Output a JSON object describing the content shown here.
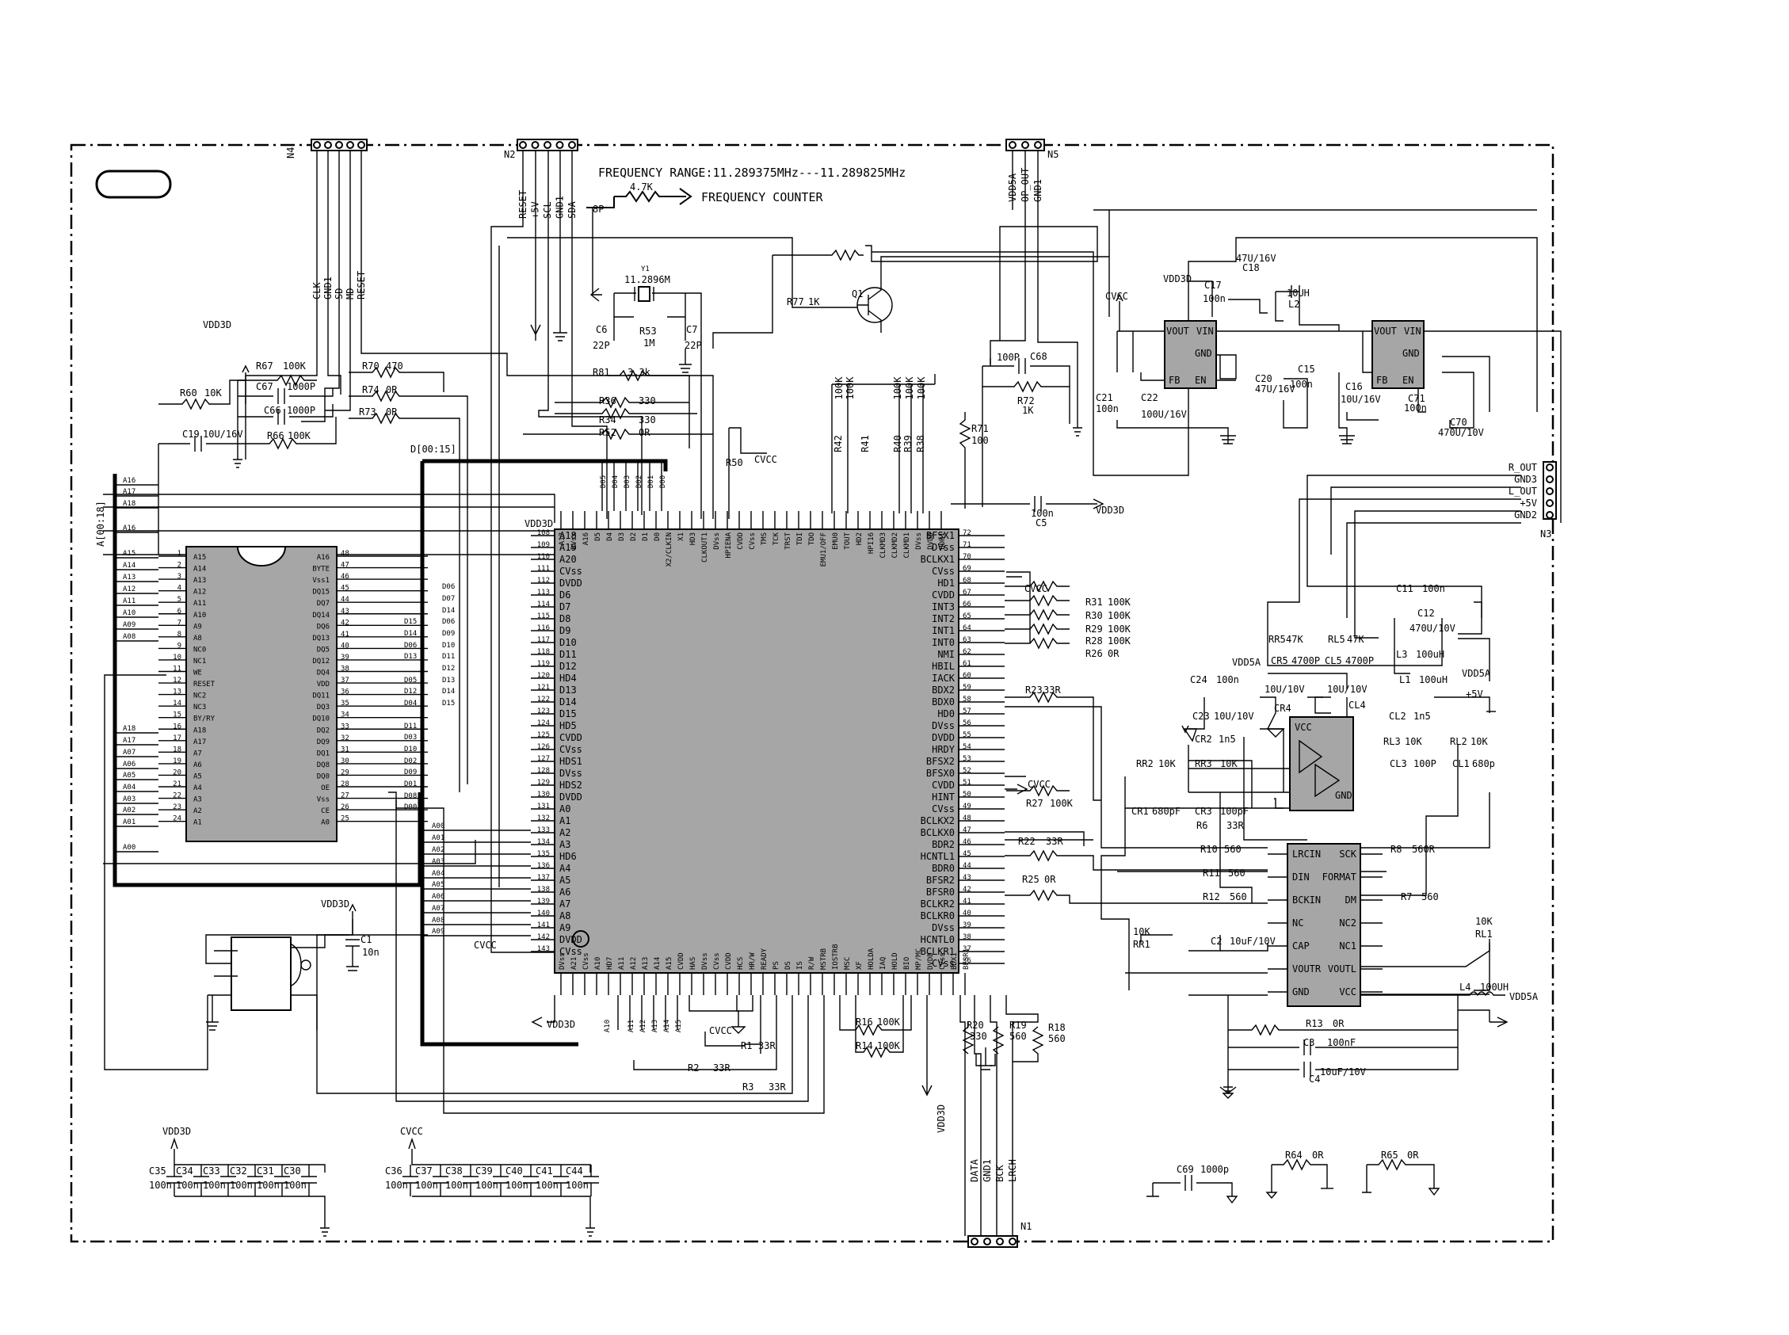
{
  "title_note": "FREQUENCY RANGE:11.289375MHz---11.289825MHz",
  "counter_note": "FREQUENCY COUNTER",
  "counter_res": "4.7K",
  "connectors": {
    "N4": {
      "ref": "N4",
      "pins": [
        "CLK",
        "GND1",
        "SD",
        "MD",
        "RESET"
      ]
    },
    "N2": {
      "ref": "N2",
      "pins": [
        "RESET",
        "+5V",
        "SCL",
        "GND1",
        "SDA"
      ]
    },
    "N5": {
      "ref": "N5",
      "pins": [
        "VDD5A",
        "OP_OUT",
        "GND1"
      ]
    },
    "N3": {
      "ref": "N3",
      "pins": [
        "R_OUT",
        "GND3",
        "L_OUT",
        "+5V",
        "GND2"
      ]
    },
    "N1": {
      "ref": "N1",
      "pins": [
        "DATA",
        "GND1",
        "BCK",
        "LRCH"
      ]
    }
  },
  "rails": {
    "vdd3d": "VDD3D",
    "cvcc": "CVCC",
    "vdd5a": "VDD5A",
    "p5v": "+5V"
  },
  "buses": {
    "addr": "A[00:18]",
    "data": "D[00:15]"
  },
  "crystal": {
    "ref": "Y1",
    "freq": "11.2896M",
    "tap": "8P"
  },
  "transistor": "Q1",
  "dsp_left": [
    "A18",
    "A19",
    "A20",
    "CVss",
    "DVDD",
    "D6",
    "D7",
    "D8",
    "D9",
    "D10",
    "D11",
    "D12",
    "HD4",
    "D13",
    "D14",
    "D15",
    "HD5",
    "CVDD",
    "CVss",
    "HDS1",
    "DVss",
    "HDS2",
    "DVDD",
    "A0",
    "A1",
    "A2",
    "A3",
    "HD6",
    "A4",
    "A5",
    "A6",
    "A7",
    "A8",
    "A9",
    "DVDD",
    "CVss"
  ],
  "dsp_right": [
    "BFSX1",
    "DVss",
    "BCLKX1",
    "CVss",
    "HD1",
    "CVDD",
    "INT3",
    "INT2",
    "INT1",
    "INT0",
    "NMI",
    "HBIL",
    "IACK",
    "BDX2",
    "BDX0",
    "HD0",
    "DVss",
    "DVDD",
    "HRDY",
    "BFSX2",
    "BFSX0",
    "CVDD",
    "HINT",
    "CVss",
    "BCLKX2",
    "BCLKX0",
    "BDR2",
    "HCNTL1",
    "BDR0",
    "BFSR2",
    "BFSR0",
    "BCLKR2",
    "BCLKR0",
    "DVss",
    "HCNTL0",
    "BCLKR1",
    "CVss"
  ],
  "dsp_top": [
    "A17",
    "DVss",
    "A16",
    "D5",
    "D4",
    "D3",
    "D2",
    "D1",
    "D0",
    "X2/CLKIN",
    "X1",
    "HD3",
    "CLKOUT1",
    "DVss",
    "HPIENA",
    "CVDD",
    "CVss",
    "TMS",
    "TCK",
    "TRST",
    "TDI",
    "TDO",
    "EMU1/OFF",
    "EMU0",
    "TOUT",
    "HD2",
    "HPI16",
    "CLKMD3",
    "CLKMD2",
    "CLKMD1",
    "DVss",
    "DVDD",
    "BDR1"
  ],
  "dsp_bottom": [
    "DVss",
    "A21",
    "CVss",
    "A10",
    "HD7",
    "A11",
    "A12",
    "A13",
    "A14",
    "A15",
    "CVDD",
    "HAS",
    "DVss",
    "CVss",
    "CVDD",
    "HCS",
    "HR/W",
    "READY",
    "PS",
    "DS",
    "IS",
    "R/W",
    "MSTRB",
    "IOSTRB",
    "MSC",
    "XF",
    "HOLDA",
    "IAQ",
    "HOLD",
    "BIO",
    "MP/MC",
    "DVDD",
    "CVss",
    "BDX1",
    "BFSR1"
  ],
  "flash_left": [
    "A15",
    "A14",
    "A13",
    "A12",
    "A11",
    "A10",
    "A9",
    "A8",
    "NC0",
    "NC1",
    "WE",
    "RESET",
    "NC2",
    "NC3",
    "BY/RY",
    "A18",
    "A17",
    "A7",
    "A6",
    "A5",
    "A4",
    "A3",
    "A2",
    "A1"
  ],
  "flash_right": [
    "A16",
    "BYTE",
    "Vss1",
    "DQ15",
    "DQ7",
    "DQ14",
    "DQ6",
    "DQ13",
    "DQ5",
    "DQ12",
    "DQ4",
    "VDD",
    "DQ11",
    "DQ3",
    "DQ10",
    "DQ2",
    "DQ9",
    "DQ1",
    "DQ8",
    "DQ0",
    "OE",
    "Vss",
    "CE",
    "A0"
  ],
  "flash_right_nets": [
    "",
    "",
    "",
    "D15",
    "D14",
    "D06",
    "D13",
    "D05",
    "D12",
    "D04",
    "",
    "D11",
    "D03",
    "D10",
    "D02",
    "D09",
    "D01",
    "D08",
    "D00"
  ],
  "flash_right_nets2": [
    "D06",
    "D07",
    "D14",
    "D06",
    "D09",
    "D10",
    "D11",
    "D12",
    "D13",
    "D14",
    "D15"
  ],
  "addr_nets_left": [
    "A16",
    "A17",
    "A18",
    "A16",
    "A15",
    "A14",
    "A13",
    "A12",
    "A11",
    "A10",
    "A09",
    "A08",
    "A18",
    "A17",
    "A07",
    "A06",
    "A05",
    "A04",
    "A03",
    "A02",
    "A01",
    "A00"
  ],
  "addr_nets_mid": [
    "A00",
    "A01",
    "A02",
    "A03",
    "A04",
    "A05",
    "A06",
    "A07",
    "A08",
    "A09"
  ],
  "data_nets_top": [
    "D05",
    "D04",
    "D03",
    "D02",
    "D01",
    "D00"
  ],
  "addr_nets_bottom": [
    "A10",
    "A11",
    "A12",
    "A13",
    "A14",
    "A15"
  ],
  "dac": {
    "left": [
      "LRCIN",
      "DIN",
      "BCKIN",
      "NC",
      "CAP",
      "VOUTR",
      "GND"
    ],
    "right": [
      "SCK",
      "FORMAT",
      "DM",
      "NC2",
      "NC1",
      "VOUTL",
      "VCC"
    ]
  },
  "regulator": {
    "pins": [
      "VOUT",
      "VIN",
      "GND",
      "FB",
      "EN"
    ]
  },
  "opamp": {
    "vcc": "VCC",
    "gnd": "GND"
  },
  "parts": {
    "R67": "R67",
    "v100k": "100K",
    "C67": "C67",
    "v1000p": "1000P",
    "C66": "C66",
    "R66": "R66",
    "R60": "R60",
    "v10k": "10K",
    "C19": "C19",
    "v10u16v": "10U/16V",
    "R70": "R70",
    "v470": "470",
    "R74": "R74",
    "v0r": "0R",
    "R73": "R73",
    "R81": "R81",
    "v33k": "3.3k",
    "R36": "R36",
    "v330": "330",
    "R34": "R34",
    "R52": "R52",
    "C6": "C6",
    "v22p": "22P",
    "R53": "R53",
    "v1m": "1M",
    "C7": "C7",
    "R77": "R77",
    "v1k": "1K",
    "R50": "R50",
    "R42": "R42",
    "R41": "R41",
    "R40": "R40",
    "R39": "R39",
    "R38": "R38",
    "R71": "R71",
    "v100": "100",
    "C68": "C68",
    "v100p": "100P",
    "R72": "R72",
    "C5": "C5",
    "v100n": "100n",
    "R31": "R31",
    "R30": "R30",
    "R29": "R29",
    "R28": "R28",
    "R26": "R26",
    "R23": "R23",
    "v33r": "33R",
    "R27": "R27",
    "R22": "R22",
    "R25": "R25",
    "R20": "R20",
    "R19": "R19",
    "R18": "R18",
    "v560": "560",
    "R16": "R16",
    "R14": "R14",
    "R1": "R1",
    "R2": "R2",
    "R3": "R3",
    "C1": "C1",
    "v10n": "10n",
    "C21": "C21",
    "C22": "C22",
    "v100u16v": "100U/16V",
    "C17": "C17",
    "C18": "C18",
    "v47u16v": "47U/16V",
    "L2": "L2",
    "v10uh": "10UH",
    "C20": "C20",
    "C15": "C15",
    "C16": "C16",
    "v10u16v2": "10U/16V",
    "C71": "C71",
    "C70": "C70",
    "v470u10v": "470U/10V",
    "C11": "C11",
    "C12": "C12",
    "v470u10v2": "470U/10V",
    "L3": "L3",
    "L1": "L1",
    "v100uh": "100uH",
    "RR5": "RR5",
    "v47k": "47K",
    "RL5": "RL5",
    "CR5": "CR5",
    "v4700p": "4700P",
    "CL5": "CL5",
    "v10u10v": "10U/10V",
    "C24": "C24",
    "C23": "C23",
    "CR2": "CR2",
    "v1n5": "1n5",
    "CR4": "CR4",
    "CL4": "CL4",
    "CL2": "CL2",
    "RL3": "RL3",
    "RL2": "RL2",
    "CL3": "CL3",
    "CL1": "CL1",
    "v680p": "680p",
    "RR2": "RR2",
    "RR3": "RR3",
    "CR1": "CR1",
    "v680pf": "680pF",
    "CR3": "CR3",
    "v100pf": "100pF",
    "R6": "R6",
    "R10": "R10",
    "R11": "R11",
    "R12": "R12",
    "R8": "R8",
    "v560r": "560R",
    "R7": "R7",
    "RR1": "RR1",
    "RL1": "RL1",
    "C2": "C2",
    "v10uf10v": "10uF/10V",
    "R13": "R13",
    "C3": "C3",
    "v100nf": "100nF",
    "C4": "C4",
    "L4": "L4",
    "v100uh2": "100UH",
    "C69": "C69",
    "v1000p2": "1000p",
    "R64": "R64",
    "R65": "R65"
  },
  "decoupling_left": [
    "C35",
    "C34",
    "C33",
    "C32",
    "C31",
    "C30"
  ],
  "decoupling_right": [
    "C36",
    "C37",
    "C38",
    "C39",
    "C40",
    "C41",
    "C44"
  ]
}
